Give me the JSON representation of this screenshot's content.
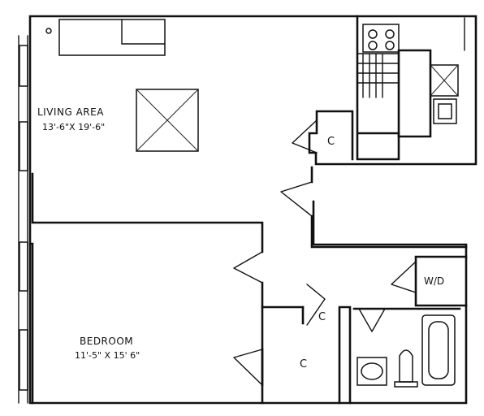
{
  "rooms": {
    "living": {
      "name": "LIVING AREA",
      "size": "13'-6\"X 19'-6\""
    },
    "bedroom": {
      "name": "BEDROOM",
      "size": "11'-5\" X 15' 6\""
    }
  },
  "closets": {
    "living_closet": "C",
    "hall_closet": "C",
    "bedroom_closet": "C"
  },
  "laundry": "W/D"
}
